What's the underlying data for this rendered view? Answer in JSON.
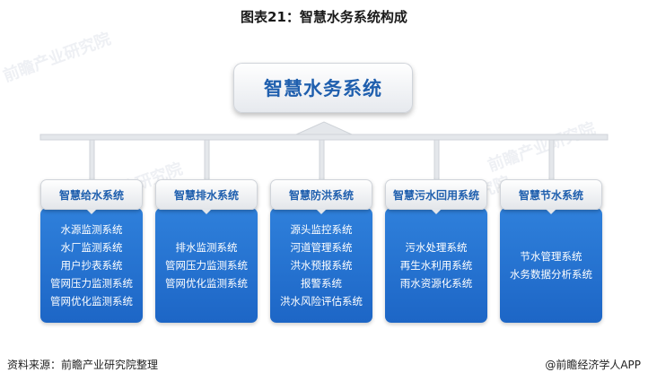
{
  "title": "图表21：智慧水务系统构成",
  "root": "智慧水务系统",
  "branches": [
    {
      "name": "智慧给水系统",
      "items": [
        "水源监测系统",
        "水厂监测系统",
        "用户抄表系统",
        "管网压力监测系统",
        "管网优化监测系统"
      ]
    },
    {
      "name": "智慧排水系统",
      "items": [
        "排水监测系统",
        "管网压力监测系统",
        "管网优化监测系统"
      ]
    },
    {
      "name": "智慧防洪系统",
      "items": [
        "源头监控系统",
        "河道管理系统",
        "洪水预报系统",
        "报警系统",
        "洪水风险评估系统"
      ]
    },
    {
      "name": "智慧污水回用系统",
      "items": [
        "污水处理系统",
        "再生水利用系统",
        "雨水资源化系统"
      ]
    },
    {
      "name": "智慧节水系统",
      "items": [
        "节水管理系统",
        "水务数据分析系统"
      ]
    }
  ],
  "footer": {
    "source": "资料来源：前瞻产业研究院整理",
    "credit": "@前瞻经济学人APP"
  },
  "watermark_text": "前瞻产业研究院",
  "colors": {
    "accent": "#1f5fae",
    "box_blue": "#2a78d6",
    "connector": "#cfd3d8"
  }
}
